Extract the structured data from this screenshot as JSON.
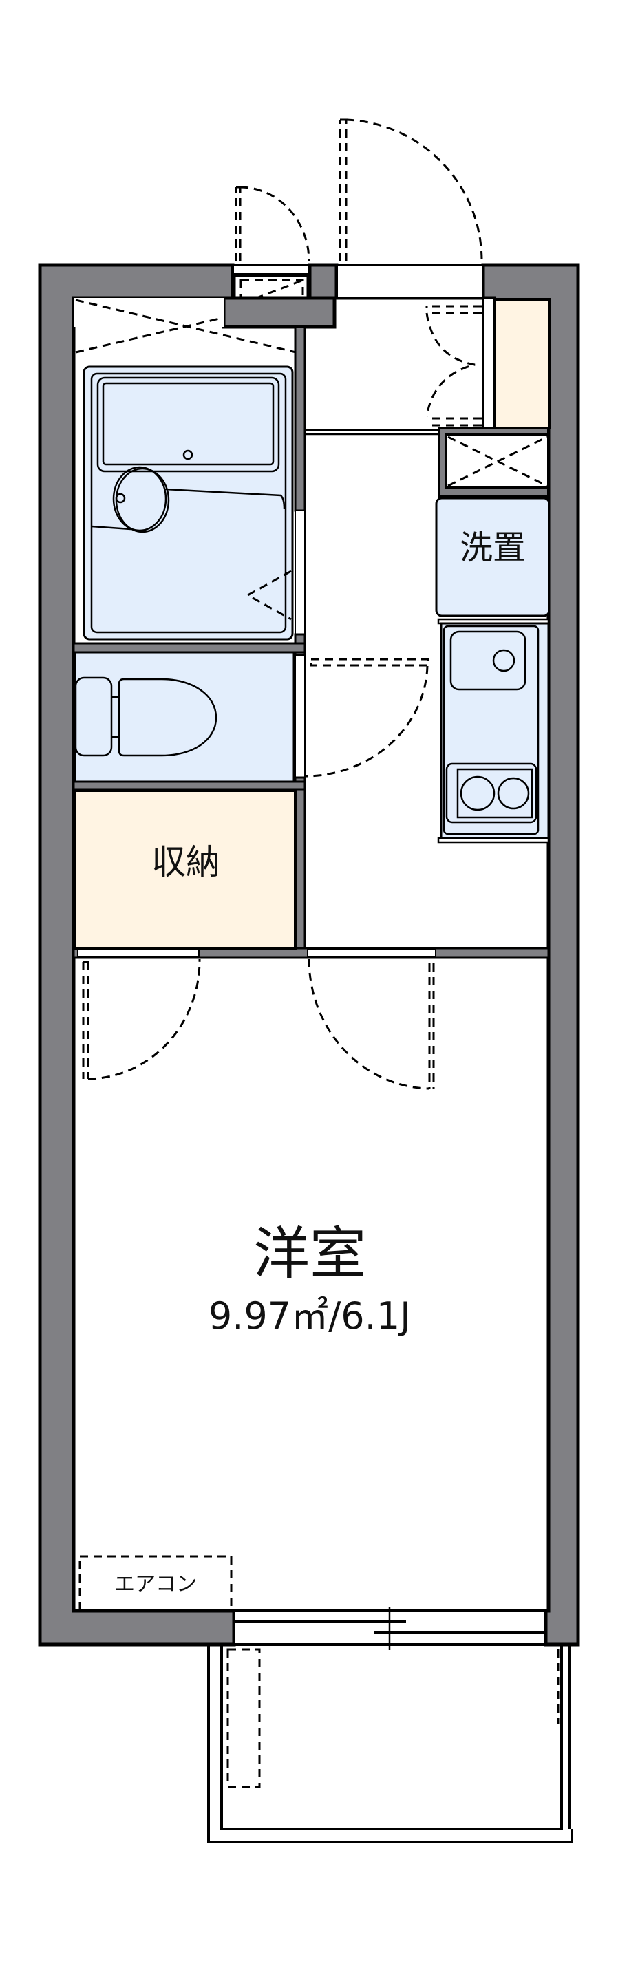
{
  "floor_plan": {
    "rooms": [
      {
        "id": "western-room",
        "name": "洋室",
        "size": "9.97㎡/6.1J"
      },
      {
        "id": "storage",
        "name": "収納"
      },
      {
        "id": "washer-space",
        "name": "洗置"
      },
      {
        "id": "bathroom",
        "name": ""
      },
      {
        "id": "toilet",
        "name": ""
      },
      {
        "id": "kitchen",
        "name": ""
      },
      {
        "id": "entrance",
        "name": ""
      },
      {
        "id": "balcony",
        "name": ""
      }
    ],
    "labels": {
      "room_name": "洋室",
      "room_size": "9.97㎡/6.1J",
      "storage": "収納",
      "washer": "洗置",
      "air_conditioner": "エアコン"
    },
    "colors": {
      "wall": "#808084",
      "wet_area": "#E3EEFC",
      "storage": "#FFF4E3",
      "line": "#000000",
      "background": "#FFFFFF"
    }
  }
}
